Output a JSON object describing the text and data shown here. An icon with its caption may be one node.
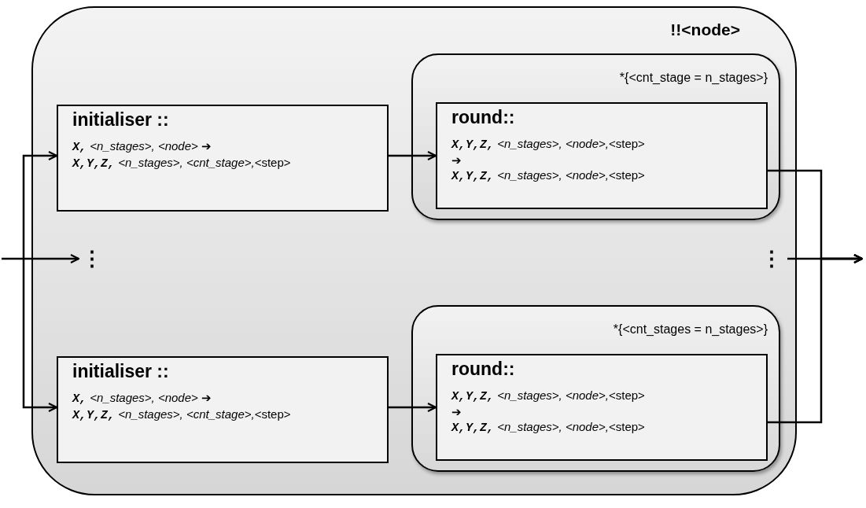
{
  "diagram": {
    "nodes": [
      {
        "text": [
          "!!<node>"
        ]
      },
      {
        "text": [
          "initialiser ::",
          "**X,** *<n_stages>, <node>* ➔",
          "**X,Y,Z,** *<n_stages>, <cnt_stage>,*<step>"
        ],
        "in": 0
      },
      {
        "text": [
          "*{<cnt_stage = n_stages>}"
        ],
        "in": 0
      },
      {
        "text": [
          "round::",
          "**X,Y,Z,** *<n_stages>, <node>,*<step>",
          "➔",
          "**X,Y,Z,** *<n_stages>, <node>,*<step>"
        ],
        "in": 2
      },
      {
        "text": [
          "⋮"
        ],
        "in": 0
      },
      {
        "text": [
          "⋮"
        ],
        "in": 0
      },
      {
        "text": [
          "initialiser ::",
          "**X,** *<n_stages>, <node>* ➔",
          "**X,Y,Z,** *<n_stages>, <cnt_stage>,*<step>"
        ],
        "in": 0
      },
      {
        "text": [
          "*{<cnt_stages = n_stages>}"
        ],
        "in": 0
      },
      {
        "text": [
          "round::",
          "**X,Y,Z,** *<n_stages>, <node>,*<step>",
          "➔",
          "**X,Y,Z,** *<n_stages>, <node>,*<step>"
        ],
        "in": 7
      }
    ],
    "edges": [
      {
        "from": null,
        "to": 4,
        "arrow": "to"
      },
      {
        "from": null,
        "to": 1,
        "arrow": "to"
      },
      {
        "from": null,
        "to": 6,
        "arrow": "to"
      },
      {
        "from": 1,
        "to": 3,
        "arrow": "to"
      },
      {
        "from": 6,
        "to": 8,
        "arrow": "to"
      },
      {
        "from": 3,
        "to": null,
        "arrow": "to"
      },
      {
        "from": 5,
        "to": null,
        "arrow": "to"
      },
      {
        "from": 8,
        "to": null,
        "arrow": "to"
      }
    ]
  }
}
